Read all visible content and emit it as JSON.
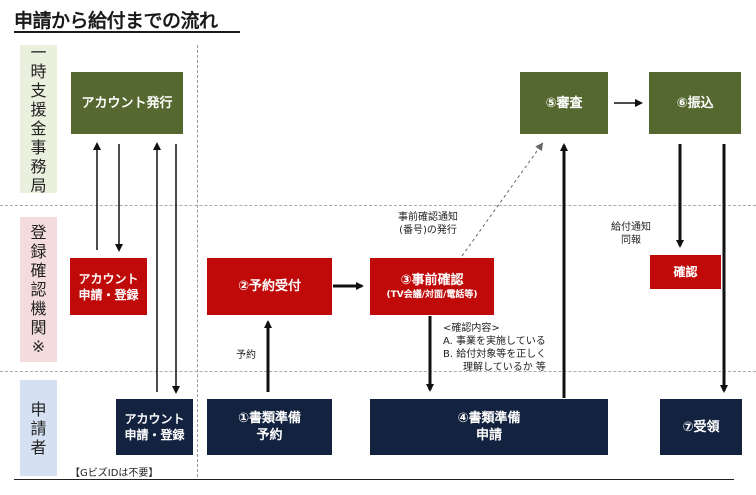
{
  "title": "申請から給付までの流れ",
  "lanes": {
    "office": "一時支援金事務局",
    "registry": "登録確認機関※",
    "applicant": "申請者"
  },
  "boxes": {
    "account_issue": "アカウント発行",
    "review": "⑤審査",
    "transfer": "⑥振込",
    "account_app_red_l1": "アカウント",
    "account_app_red_l2": "申請・登録",
    "reservation_accept": "②予約受付",
    "pre_check_l1": "③事前確認",
    "pre_check_l2": "(TV会議/対面/電話等)",
    "confirm": "確認",
    "account_app_navy_l1": "アカウント",
    "account_app_navy_l2": "申請・登録",
    "docs_prep_reserve_l1": "①書類準備",
    "docs_prep_reserve_l2": "予約",
    "docs_prep_apply_l1": "④書類準備",
    "docs_prep_apply_l2": "申請",
    "receive": "⑦受領"
  },
  "notes": {
    "pre_notice_l1": "事前確認通知",
    "pre_notice_l2": "(番号)の発行",
    "payment_notice_l1": "給付通知",
    "payment_notice_l2": "同報",
    "reserve": "予約",
    "check_title": "<確認内容>",
    "check_a": "A.  事業を実施している",
    "check_b": "B.  給付対象等を正しく",
    "check_b2": "理解しているか   等",
    "gbiz": "【GビズIDは不要】"
  }
}
